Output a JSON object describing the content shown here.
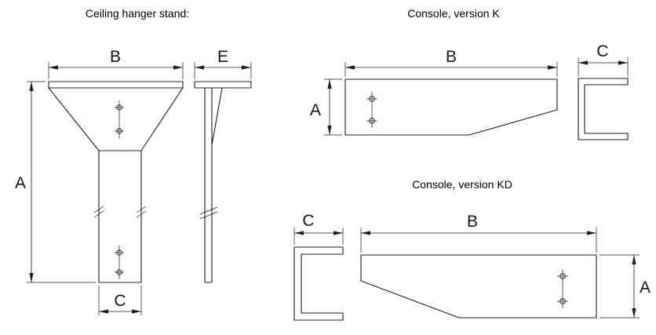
{
  "canvas": {
    "background_color": "#ffffff",
    "line_color": "#1c1c1c"
  },
  "hanger": {
    "title": "Ceiling hanger stand:",
    "dim_top_width": "B",
    "dim_side_depth": "E",
    "dim_height": "A",
    "dim_column_width": "C"
  },
  "console_k": {
    "title": "Console, version K",
    "dim_length": "B",
    "dim_height": "A",
    "dim_profile_width": "C"
  },
  "console_kd": {
    "title": "Console, version KD",
    "dim_length": "B",
    "dim_height": "A",
    "dim_profile_width": "C"
  }
}
